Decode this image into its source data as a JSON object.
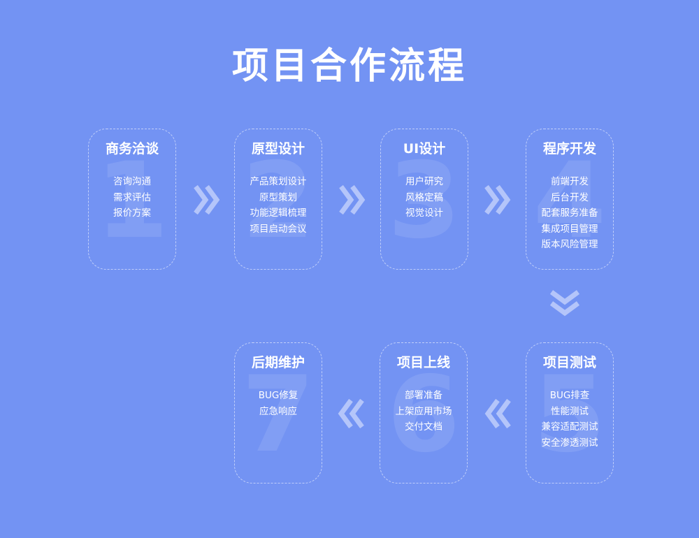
{
  "title": "项目合作流程",
  "steps": [
    {
      "num": "1",
      "title": "商务洽谈",
      "items": [
        "咨询沟通",
        "需求评估",
        "报价方案"
      ]
    },
    {
      "num": "2",
      "title": "原型设计",
      "items": [
        "产品策划设计",
        "原型策划",
        "功能逻辑梳理",
        "项目启动会议"
      ]
    },
    {
      "num": "3",
      "title": "UI设计",
      "items": [
        "用户研究",
        "风格定稿",
        "视觉设计"
      ]
    },
    {
      "num": "4",
      "title": "程序开发",
      "items": [
        "前端开发",
        "后台开发",
        "配套服务准备",
        "集成项目管理",
        "版本风险管理"
      ]
    },
    {
      "num": "5",
      "title": "项目测试",
      "items": [
        "BUG排查",
        "性能测试",
        "兼容适配测试",
        "安全渗透测试"
      ]
    },
    {
      "num": "6",
      "title": "项目上线",
      "items": [
        "部署准备",
        "上架应用市场",
        "交付文档"
      ]
    },
    {
      "num": "7",
      "title": "后期维护",
      "items": [
        "BUG修复",
        "应急响应"
      ]
    }
  ],
  "colors": {
    "background": "#7393f3",
    "text": "#ffffff",
    "arrow": "#b4c5fa"
  },
  "icons": {
    "arrow_right": "double-chevron-right-icon",
    "arrow_left": "double-chevron-left-icon",
    "arrow_down": "double-chevron-down-icon"
  }
}
